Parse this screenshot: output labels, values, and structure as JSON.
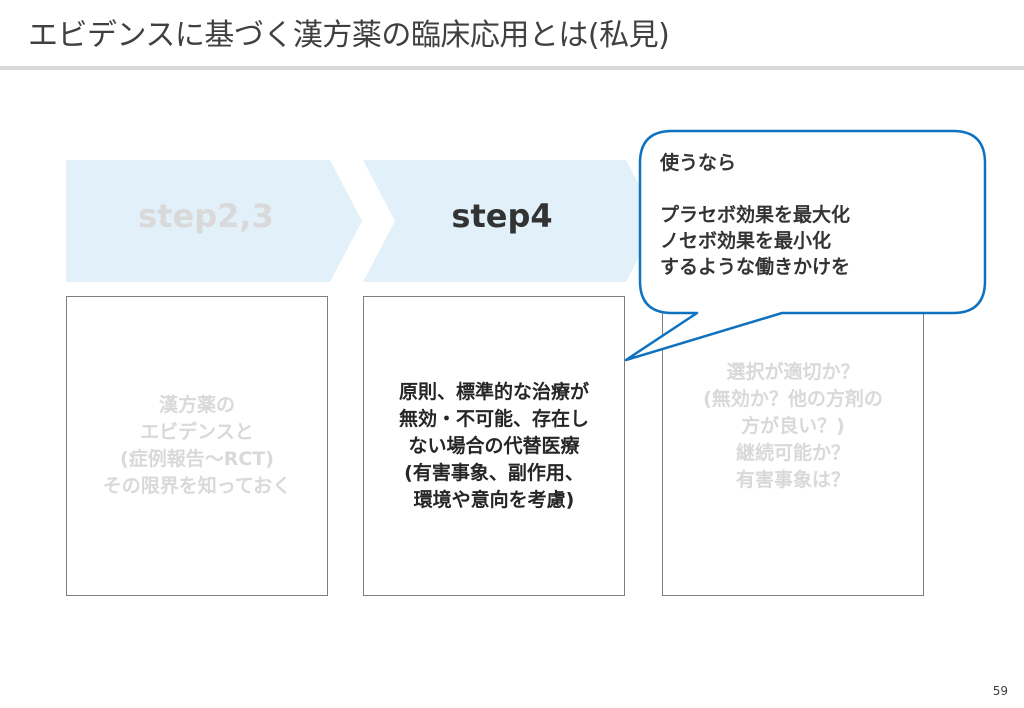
{
  "slide": {
    "title": "エビデンスに基づく漢方薬の臨床応用とは(私見)",
    "page_number": "59"
  },
  "colors": {
    "chevron_fill": "#e2f0f9",
    "callout_border": "#0f72c0",
    "faded_text": "#d9d9d9",
    "active_text": "#333333",
    "box_border": "#7f7f7f",
    "title_rule": "#d9d9d9"
  },
  "steps": [
    {
      "label": "step2,3",
      "state": "faded",
      "description": "漢方薬の\nエビデンスと\n(症例報告〜RCT)\nその限界を知っておく"
    },
    {
      "label": "step4",
      "state": "active",
      "description": "原則、標準的な治療が\n無効・不可能、存在し\nない場合の代替医療\n(有害事象、副作用、\n環境や意向を考慮)"
    },
    {
      "label": "",
      "state": "faded",
      "description": "選択が適切か？\n(無効か？他の方剤の\n方が良い？)\n継続可能か？\n有害事象は？"
    }
  ],
  "callout": {
    "text": "使うなら\n\nプラセボ効果を最大化\nノセボ効果を最小化\nするような働きかけを"
  }
}
